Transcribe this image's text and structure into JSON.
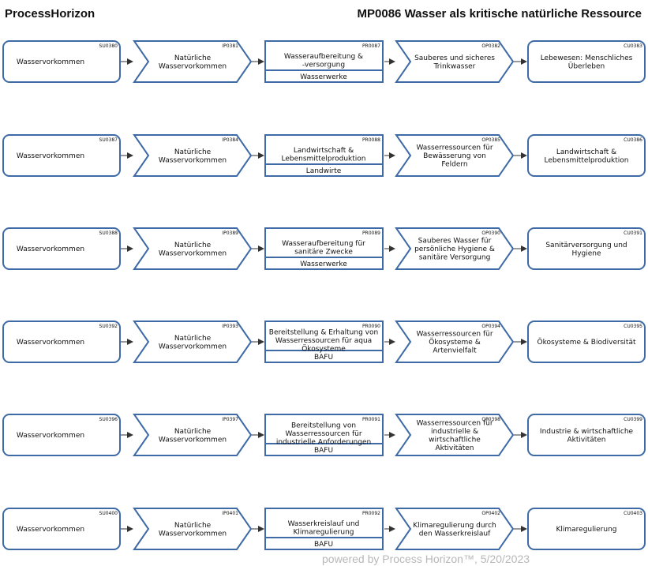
{
  "header": {
    "brand": "ProcessHorizon",
    "title": "MP0086 Wasser als kritische natürliche Ressource"
  },
  "footer": {
    "text": "powered by Process Horizon™, 5/20/2023"
  },
  "colors": {
    "shape_stroke": "#3e6aa5",
    "connector": "#333333",
    "footer_text": "#b8b8b8"
  },
  "rows": [
    {
      "supplier": {
        "code": "SU0380",
        "label": "Wasservorkommen"
      },
      "input": {
        "code": "IP0381",
        "label": "Natürliche Wasservorkommen"
      },
      "process": {
        "code": "PR0087",
        "label": "Wasseraufbereitung & -versorgung",
        "role": "Wasserwerke"
      },
      "output": {
        "code": "OP0382",
        "label": "Sauberes und sicheres Trinkwasser"
      },
      "customer": {
        "code": "CU0383",
        "label": "Lebewesen: Menschliches Überleben"
      }
    },
    {
      "supplier": {
        "code": "SU0387",
        "label": "Wasservorkommen"
      },
      "input": {
        "code": "IP0384",
        "label": "Natürliche Wasservorkommen"
      },
      "process": {
        "code": "PR0088",
        "label": "Landwirtschaft & Lebensmittelproduktion",
        "role": "Landwirte"
      },
      "output": {
        "code": "OP0385",
        "label": "Wasserressourcen für Bewässerung von Feldern"
      },
      "customer": {
        "code": "CU0386",
        "label": "Landwirtschaft & Lebensmittelproduktion"
      }
    },
    {
      "supplier": {
        "code": "SU0388",
        "label": "Wasservorkommen"
      },
      "input": {
        "code": "IP0389",
        "label": "Natürliche Wasservorkommen"
      },
      "process": {
        "code": "PR0089",
        "label": "Wasseraufbereitung für sanitäre Zwecke",
        "role": "Wasserwerke"
      },
      "output": {
        "code": "OP0390",
        "label": "Sauberes Wasser für persönliche Hygiene & sanitäre Versorgung"
      },
      "customer": {
        "code": "CU0391",
        "label": "Sanitärversorgung und Hygiene"
      }
    },
    {
      "supplier": {
        "code": "SU0392",
        "label": "Wasservorkommen"
      },
      "input": {
        "code": "IP0393",
        "label": "Natürliche Wasservorkommen"
      },
      "process": {
        "code": "PR0090",
        "label": "Bereitstellung & Erhaltung von Wasserressourcen für aqua Ökosysteme",
        "role": "BAFU"
      },
      "output": {
        "code": "OP0394",
        "label": "Wasserressourcen für Ökosysteme & Artenvielfalt"
      },
      "customer": {
        "code": "CU0395",
        "label": "Ökosysteme & Biodiversität"
      }
    },
    {
      "supplier": {
        "code": "SU0396",
        "label": "Wasservorkommen"
      },
      "input": {
        "code": "IP0397",
        "label": "Natürliche Wasservorkommen"
      },
      "process": {
        "code": "PR0091",
        "label": "Bereitstellung von Wasserressourcen für industrielle Anforderungen",
        "role": "BAFU"
      },
      "output": {
        "code": "OP0398",
        "label": "Wasserressourcen für industrielle & wirtschaftliche Aktivitäten"
      },
      "customer": {
        "code": "CU0399",
        "label": "Industrie & wirtschaftliche Aktivitäten"
      }
    },
    {
      "supplier": {
        "code": "SU0400",
        "label": "Wasservorkommen"
      },
      "input": {
        "code": "IP0401",
        "label": "Natürliche Wasservorkommen"
      },
      "process": {
        "code": "PR0092",
        "label": "Wasserkreislauf und Klimaregulierung",
        "role": "BAFU"
      },
      "output": {
        "code": "OP0402",
        "label": "Klimaregulierung durch den Wasserkreislauf"
      },
      "customer": {
        "code": "CU0403",
        "label": "Klimaregulierung"
      }
    }
  ]
}
